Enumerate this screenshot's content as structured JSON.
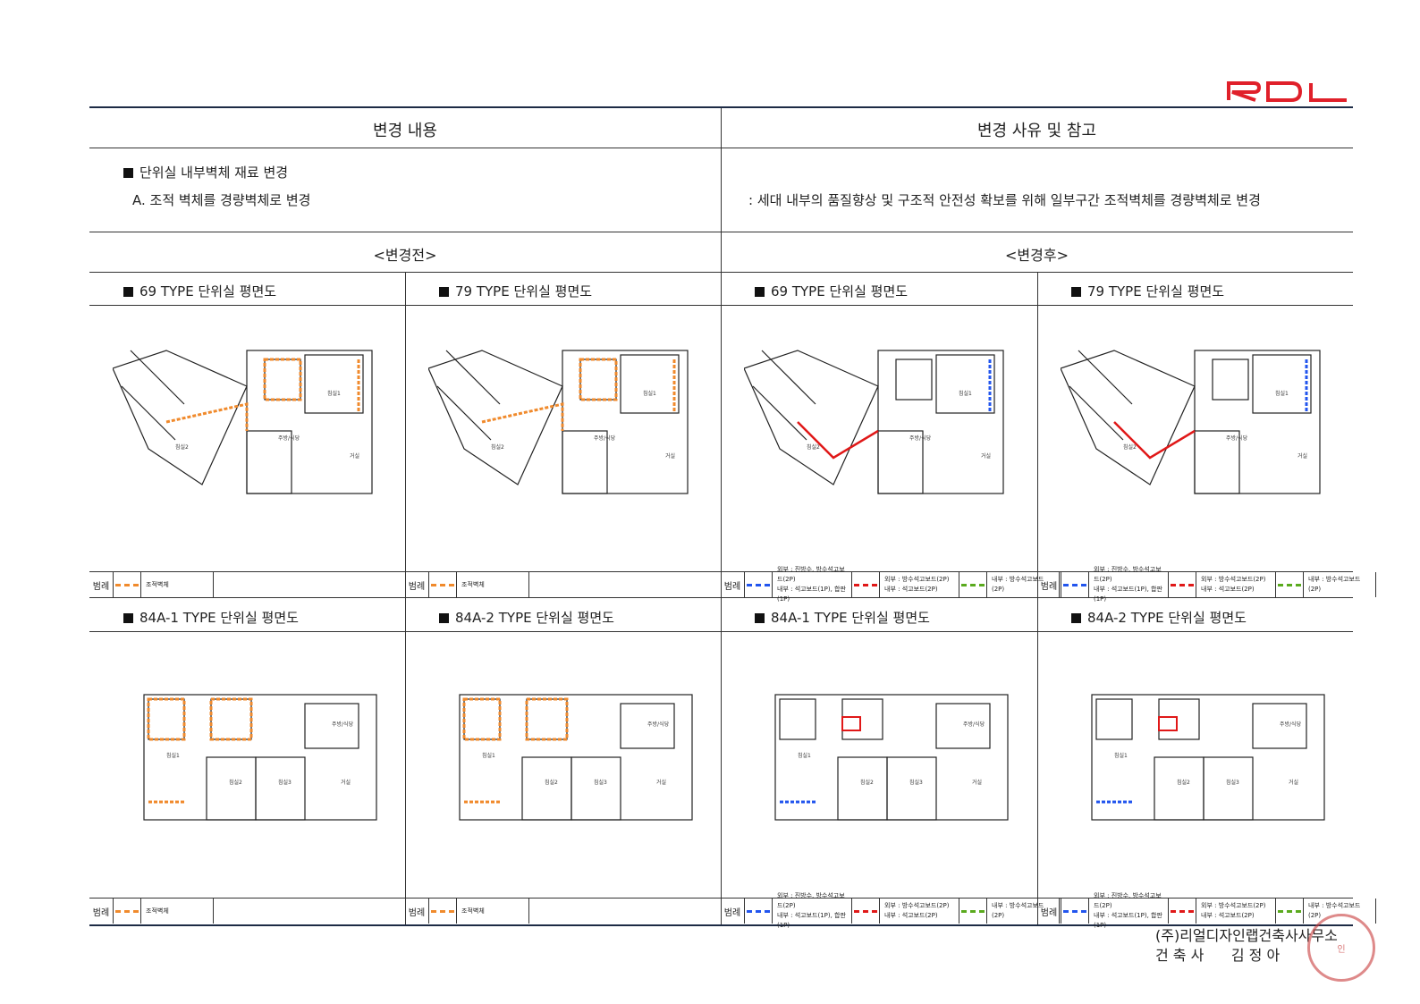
{
  "logo": "RDL",
  "header": {
    "left": "변경 내용",
    "right": "변경 사유 및 참고"
  },
  "content": {
    "title": "단위실 내부벽체 재료 변경",
    "item": "A. 조적 벽체를 경량벽체로 변경",
    "reason": ": 세대 내부의 품질향상 및 구조적 안전성 확보를 위해 일부구간 조적벽체를 경량벽체로 변경"
  },
  "sections": {
    "before": "<변경전>",
    "after": "<변경후>"
  },
  "plans": [
    {
      "title": "69 TYPE 단위실 평면도",
      "state": "before"
    },
    {
      "title": "79 TYPE 단위실 평면도",
      "state": "before"
    },
    {
      "title": "69 TYPE 단위실 평면도",
      "state": "after"
    },
    {
      "title": "79 TYPE 단위실 평면도",
      "state": "after"
    },
    {
      "title": "84A-1 TYPE 단위실 평면도",
      "state": "before"
    },
    {
      "title": "84A-2 TYPE 단위실 평면도",
      "state": "before"
    },
    {
      "title": "84A-1 TYPE 단위실 평면도",
      "state": "after"
    },
    {
      "title": "84A-2 TYPE 단위실 평면도",
      "state": "after"
    }
  ],
  "rooms": [
    "침실1",
    "침실2",
    "침실3",
    "거실",
    "주방/식당"
  ],
  "legend": {
    "label": "범례",
    "before": {
      "color": "#f08a2c",
      "text": "조적벽체"
    },
    "after": [
      {
        "color": "#2255ee",
        "line1": "외부 : 진방수, 방수석고보드(2P)",
        "line2": "내부 : 석고보드(1P), 합판(1P)"
      },
      {
        "color": "#e01818",
        "line1": "외부 : 방수석고보드(2P)",
        "line2": "내부 : 석고보드(2P)"
      },
      {
        "color": "#5aaa1e",
        "line1": "내부 : 방수석고보드(2P)",
        "line2": ""
      }
    ]
  },
  "footer": {
    "company": "(주)리얼디자인랩건축사사무소",
    "architect": "건 축 사      김 정 아",
    "seal": "인"
  }
}
